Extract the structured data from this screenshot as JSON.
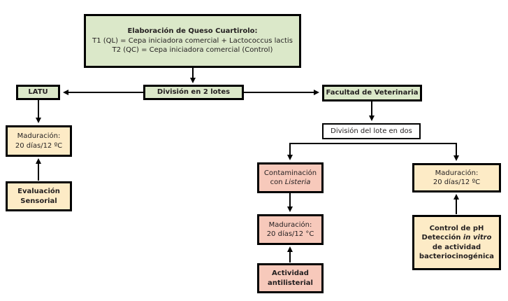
{
  "diagram": {
    "top": {
      "title": "Elaboración de Queso Cuartirolo:",
      "line1": "T1 (QL) = Cepa iniciadora comercial + Lactococcus lactis",
      "line2": "T2 (QC) = Cepa iniciadora comercial (Control)"
    },
    "division_lotes": "División en 2 lotes",
    "latu": {
      "label": "LATU",
      "maduracion_l1": "Maduración:",
      "maduracion_l2": "20 días/12 ºC",
      "evaluacion_l1": "Evaluación",
      "evaluacion_l2": "Sensorial"
    },
    "facultad": {
      "label": "Facultad de Veterinaria",
      "division_dos": "División del lote en dos",
      "left_branch": {
        "contaminacion_l1": "Contaminación",
        "contaminacion_l2_prefix": "con ",
        "contaminacion_l2_italic": "Listeria",
        "maduracion_l1": "Maduración:",
        "maduracion_l2": "20 días/12 °C",
        "actividad_l1": "Actividad",
        "actividad_l2": "antilisterial"
      },
      "right_branch": {
        "maduracion_l1": "Maduración:",
        "maduracion_l2": "20 días/12 ºC",
        "control_l1": "Control de pH",
        "control_l2_prefix": "Detección ",
        "control_l2_italic": "in vitro",
        "control_l3": "de actividad",
        "control_l4": "bacteriocinogénica"
      }
    }
  },
  "colors": {
    "green": "#dbe8c9",
    "yellow": "#fdebc6",
    "pink": "#f7c9bb",
    "border": "#000000"
  }
}
